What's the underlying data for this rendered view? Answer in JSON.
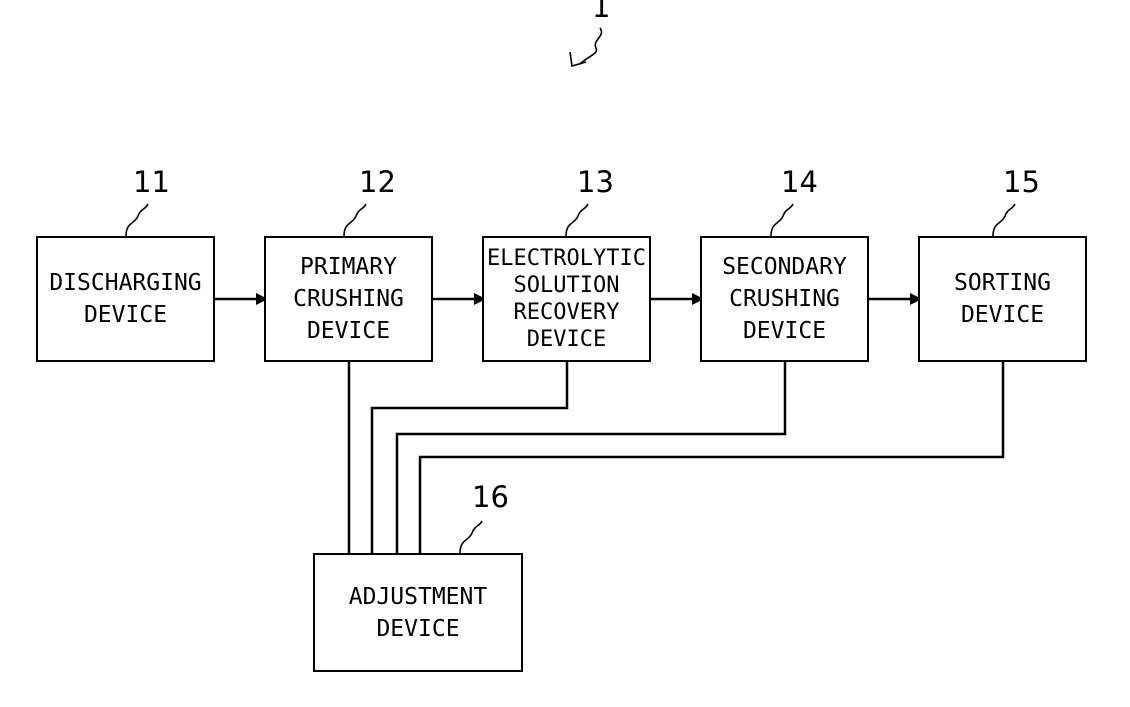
{
  "figure": {
    "ref_number": "1"
  },
  "devices": [
    {
      "id": "11",
      "lines": [
        "DISCHARGING",
        "DEVICE"
      ]
    },
    {
      "id": "12",
      "lines": [
        "PRIMARY",
        "CRUSHING",
        "DEVICE"
      ]
    },
    {
      "id": "13",
      "lines": [
        "ELECTROLYTIC",
        "SOLUTION",
        "RECOVERY",
        "DEVICE"
      ]
    },
    {
      "id": "14",
      "lines": [
        "SECONDARY",
        "CRUSHING",
        "DEVICE"
      ]
    },
    {
      "id": "15",
      "lines": [
        "SORTING",
        "DEVICE"
      ]
    },
    {
      "id": "16",
      "lines": [
        "ADJUSTMENT",
        "DEVICE"
      ]
    }
  ]
}
